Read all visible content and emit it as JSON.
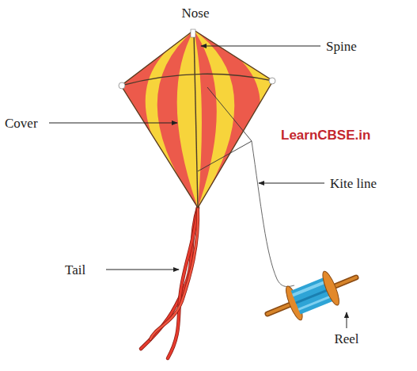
{
  "diagram": {
    "labels": [
      "Nose",
      "Spine",
      "Cover",
      "Kite line",
      "Tail",
      "Reel",
      "LearnCBSE.in"
    ]
  }
}
